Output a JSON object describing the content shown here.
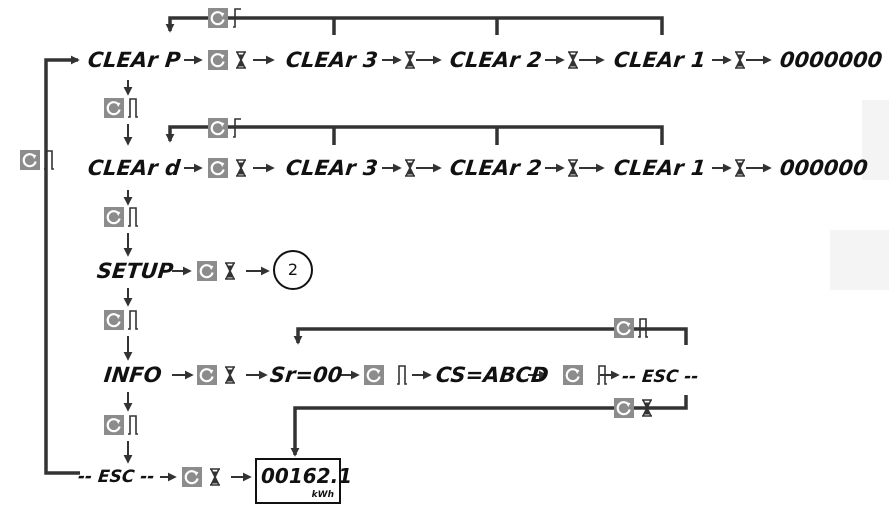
{
  "labels": {
    "clear_p": "CLEAr P",
    "clear_d": "CLEAr d",
    "clear_3": "CLEAr 3",
    "clear_2": "CLEAr 2",
    "clear_1": "CLEAr 1",
    "result_p": "0000000",
    "result_d": "000000",
    "setup": "SETUP",
    "info": "INFO",
    "sr": "Sr=00",
    "cs": "CS=ABCD",
    "esc_info": "-- ESC --",
    "esc_main": "-- ESC --"
  },
  "submenu_ref": "2",
  "display": {
    "value": "00162.1",
    "unit": "kWh"
  },
  "icons": {
    "scroll_button": "scroll-button-icon",
    "short_press": "short-press-pulse-icon",
    "long_press": "long-press-pulse-icon",
    "timeout": "hourglass-icon"
  },
  "colors": {
    "line": "#333333",
    "button_bg": "#8c8c8c",
    "text": "#111111"
  }
}
